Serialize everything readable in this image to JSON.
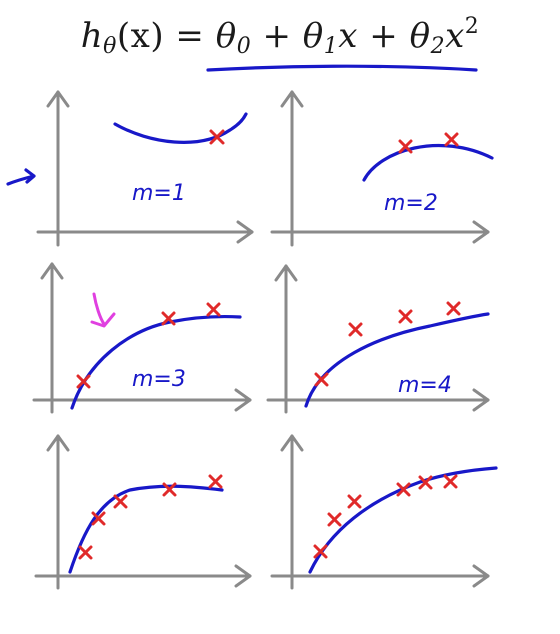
{
  "formula": {
    "lhs_h": "h",
    "lhs_sub": "θ",
    "lhs_arg": "(x) = ",
    "t0": "θ",
    "t0_sub": "0",
    "plus1": " + ",
    "t1": "θ",
    "t1_sub": "1",
    "t1_x": "x",
    "plus2": " + ",
    "t2": "θ",
    "t2_sub": "2",
    "t2_x": "x",
    "t2_sup": "2"
  },
  "panels": [
    {
      "label": "m=1"
    },
    {
      "label": "m=2"
    },
    {
      "label": "m=3"
    },
    {
      "label": "m=4"
    },
    {
      "label": ""
    },
    {
      "label": ""
    }
  ],
  "colors": {
    "ink": "#1818c8",
    "data_point": "#e02a2a",
    "axis": "#8a8a8a",
    "pointer": "#e040e0"
  }
}
